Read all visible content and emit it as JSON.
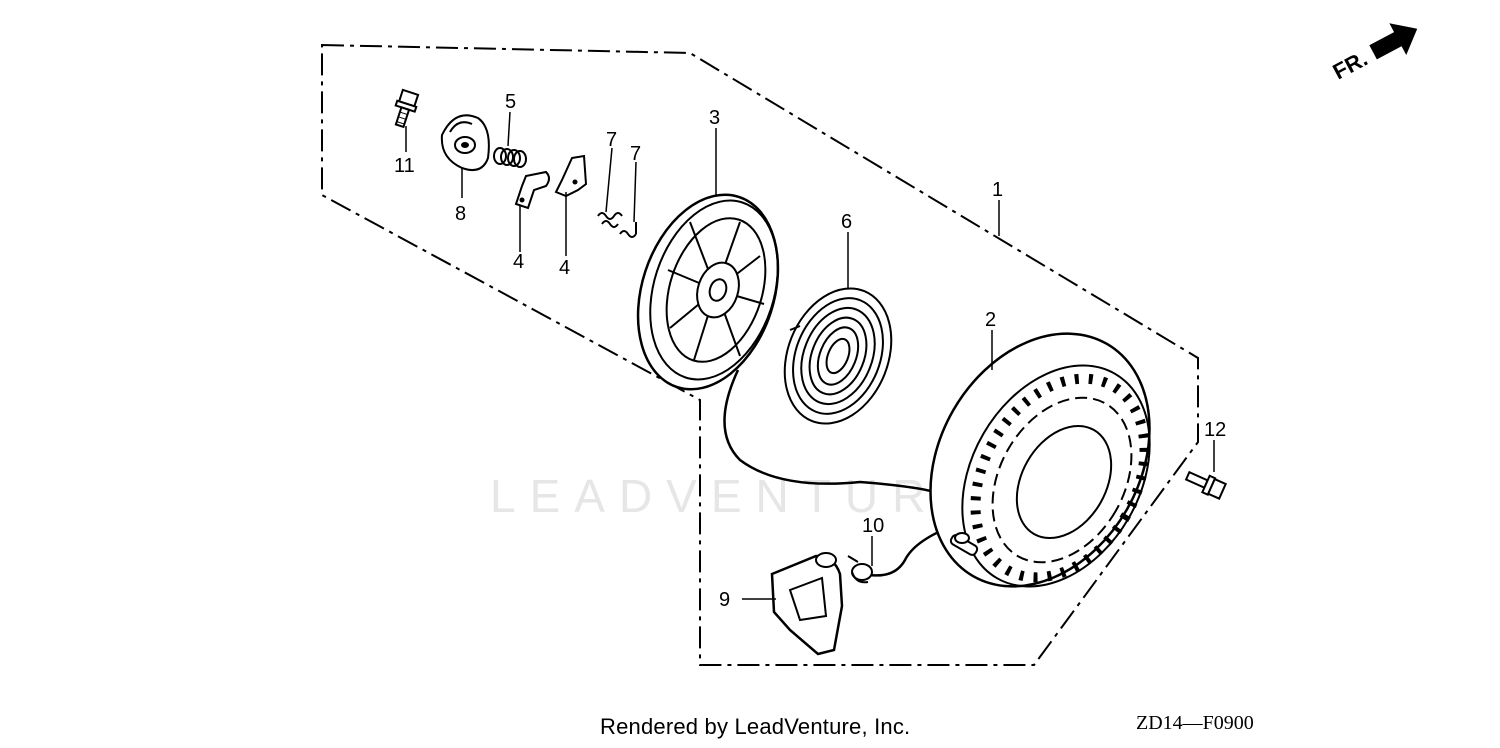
{
  "watermark": "LEADVENTURE",
  "orientation_marker": {
    "label": "FR.",
    "icon": "arrow-icon"
  },
  "callouts": {
    "c1": "1",
    "c2": "2",
    "c3": "3",
    "c4a": "4",
    "c4b": "4",
    "c5": "5",
    "c6": "6",
    "c7a": "7",
    "c7b": "7",
    "c8": "8",
    "c9": "9",
    "c10": "10",
    "c11": "11",
    "c12": "12"
  },
  "footer": {
    "credit": "Rendered by LeadVenture, Inc.",
    "code": "ZD14—F0900"
  }
}
